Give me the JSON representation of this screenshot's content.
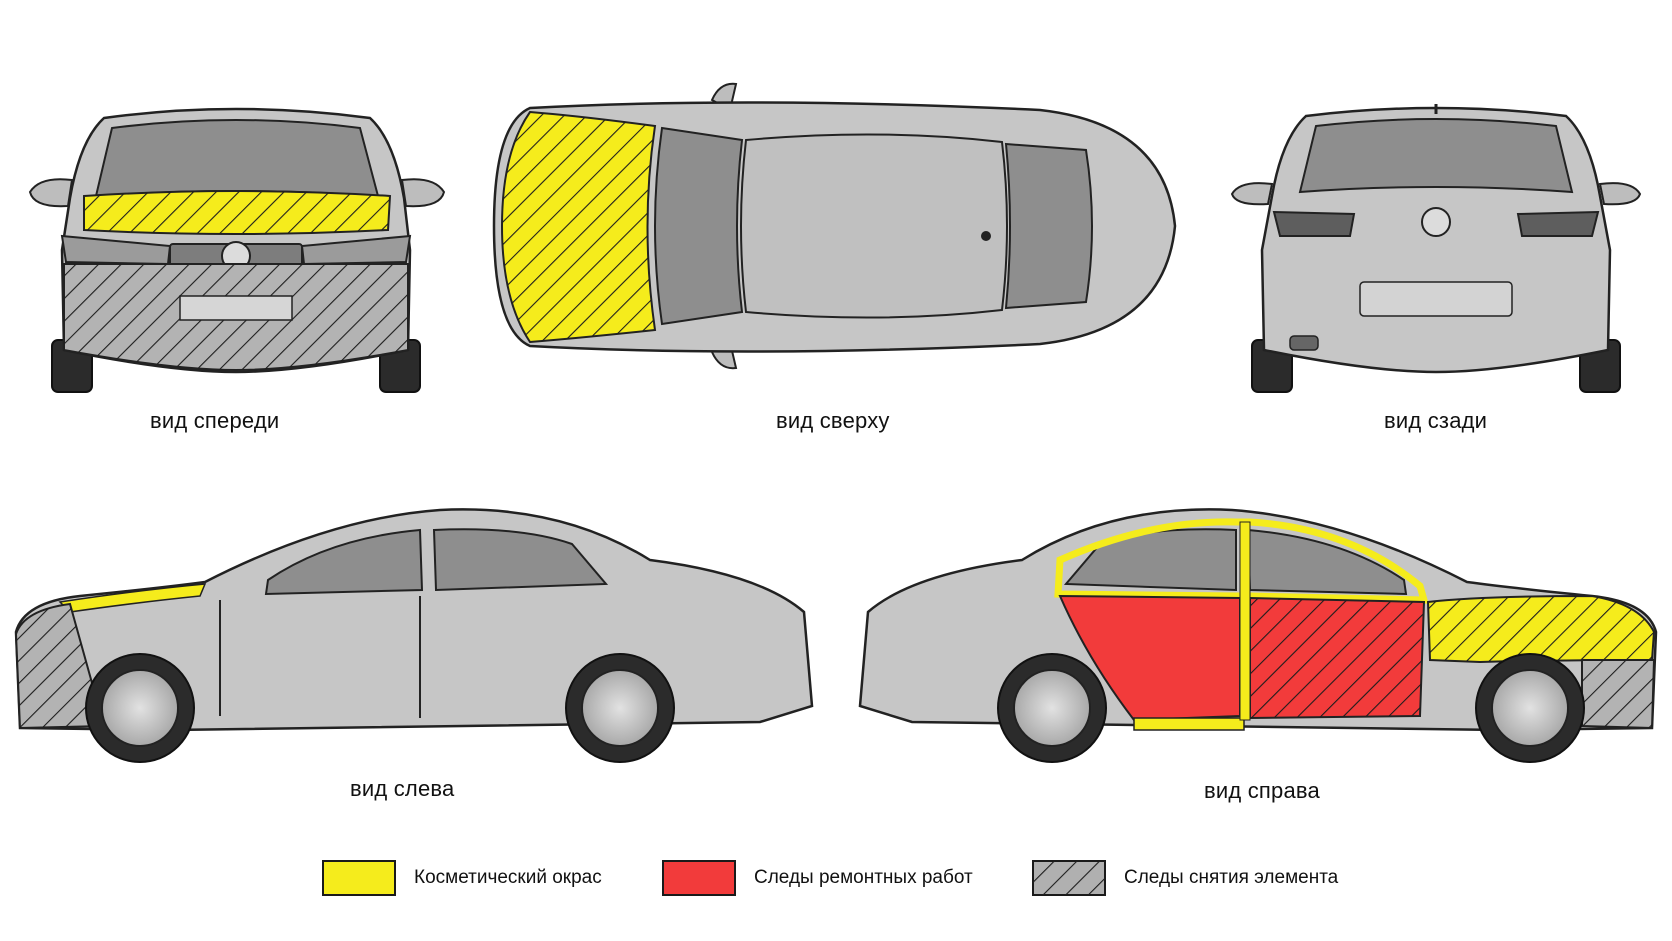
{
  "views": {
    "front": "вид спереди",
    "top": "вид сверху",
    "rear": "вид сзади",
    "left": "вид слева",
    "right": "вид справа"
  },
  "legend": [
    {
      "label": "Косметический окрас",
      "color": "#f5ec1c",
      "pattern": "solid"
    },
    {
      "label": "Следы ремонтных работ",
      "color": "#f23b3b",
      "pattern": "solid"
    },
    {
      "label": "Следы снятия элемента",
      "color": "#b0b0b0",
      "pattern": "hatch"
    }
  ],
  "colors": {
    "body": "#c4c4c4",
    "glass": "#8f8f8f",
    "cosmetic": "#f5ec1c",
    "repair": "#f23b3b"
  }
}
